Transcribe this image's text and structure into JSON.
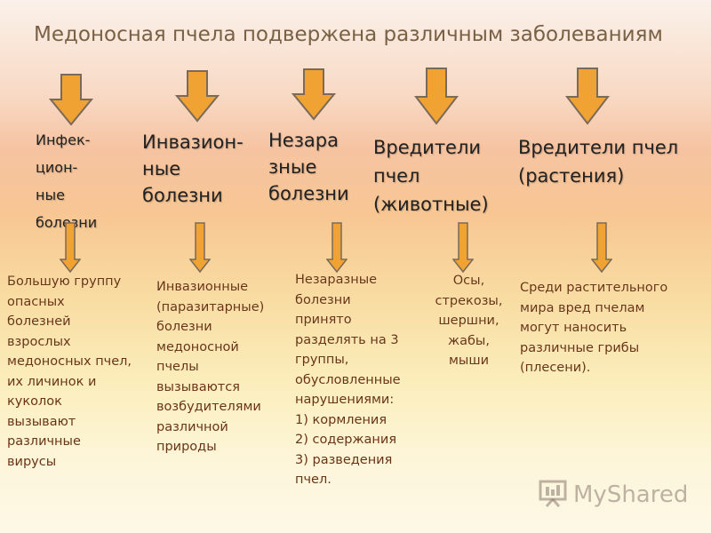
{
  "title": "Медоносная пчела подвержена различным заболеваниям",
  "categories": [
    {
      "heading": [
        "Инфек-",
        "цион-",
        "ные",
        "болезни"
      ],
      "description": [
        "Большую группу",
        "опасных",
        "болезней",
        "взрослых",
        "медоносных пчел,",
        "их личинок и",
        "куколок",
        "вызывают",
        "различные",
        "вирусы"
      ]
    },
    {
      "heading": [
        "Инвазион-",
        "ные",
        "болезни"
      ],
      "description": [
        "Инвазионные",
        "(паразитарные)",
        "болезни",
        "медоносной",
        "пчелы",
        "вызываются",
        "возбудителями",
        "различной",
        "природы"
      ]
    },
    {
      "heading": [
        "Незара",
        "зные",
        "болезни"
      ],
      "description": [
        "Незаразные",
        "болезни",
        "принято",
        "разделять на 3",
        "группы,",
        "обусловленные",
        "нарушениями:",
        "1) кормления",
        "2) содержания",
        "3) разведения",
        "пчел."
      ]
    },
    {
      "heading": [
        "Вредители",
        "пчел",
        "(животные)"
      ],
      "description": [
        "Осы,",
        "стрекозы,",
        "шершни,",
        "жабы,",
        "мыши"
      ]
    },
    {
      "heading": [
        "Вредители пчел",
        "(растения)"
      ],
      "description": [
        "Среди растительного",
        "мира вред пчелам",
        "могут наносить",
        "различные грибы",
        "(плесени)."
      ]
    }
  ],
  "watermark": "MyShared",
  "colors": {
    "arrow_fill": "#f0a232",
    "arrow_stroke": "#7a6a5a",
    "title": "#7a6145",
    "description": "#6b3410"
  }
}
